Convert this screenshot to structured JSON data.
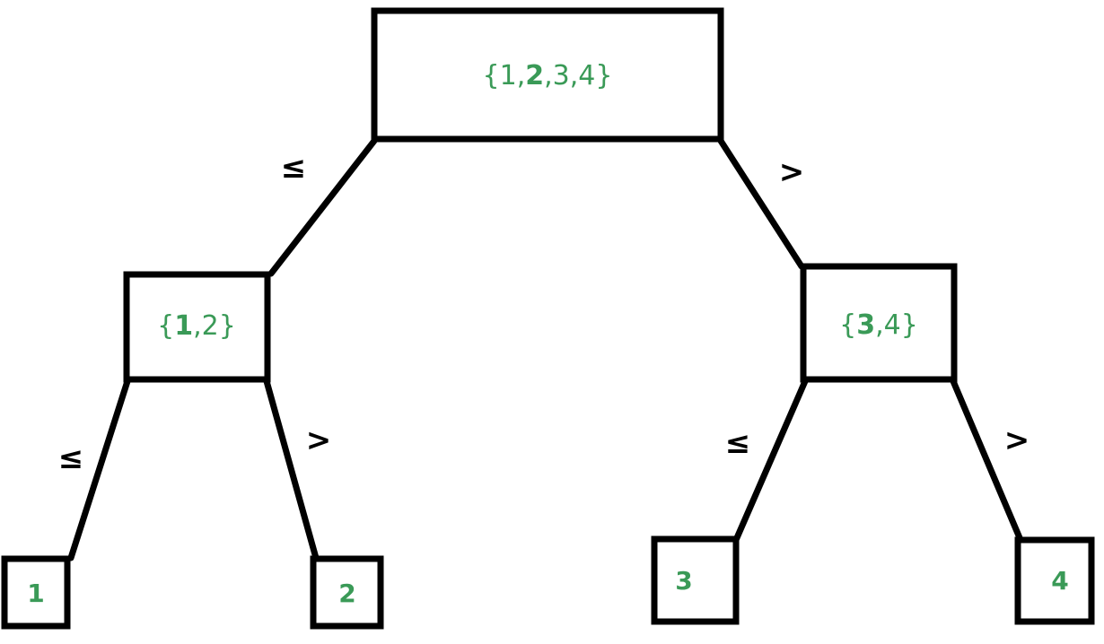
{
  "colors": {
    "node_text": "#3a9a57",
    "stroke": "#000000",
    "background": "#ffffff"
  },
  "nodes": {
    "root": {
      "label_pre": "{1,",
      "label_bold": "2",
      "label_post": ",3,4}"
    },
    "left": {
      "label_pre": "{",
      "label_bold": "1",
      "label_post": ",2}"
    },
    "right": {
      "label_pre": "{",
      "label_bold": "3",
      "label_post": ",4}"
    },
    "leaf1": {
      "label": "1"
    },
    "leaf2": {
      "label": "2"
    },
    "leaf3": {
      "label": "3"
    },
    "leaf4": {
      "label": "4"
    }
  },
  "edge_labels": {
    "root_left": "≤",
    "root_right": ">",
    "left_leaf1": "≤",
    "left_leaf2": ">",
    "right_leaf3": "≤",
    "right_leaf4": ">"
  }
}
